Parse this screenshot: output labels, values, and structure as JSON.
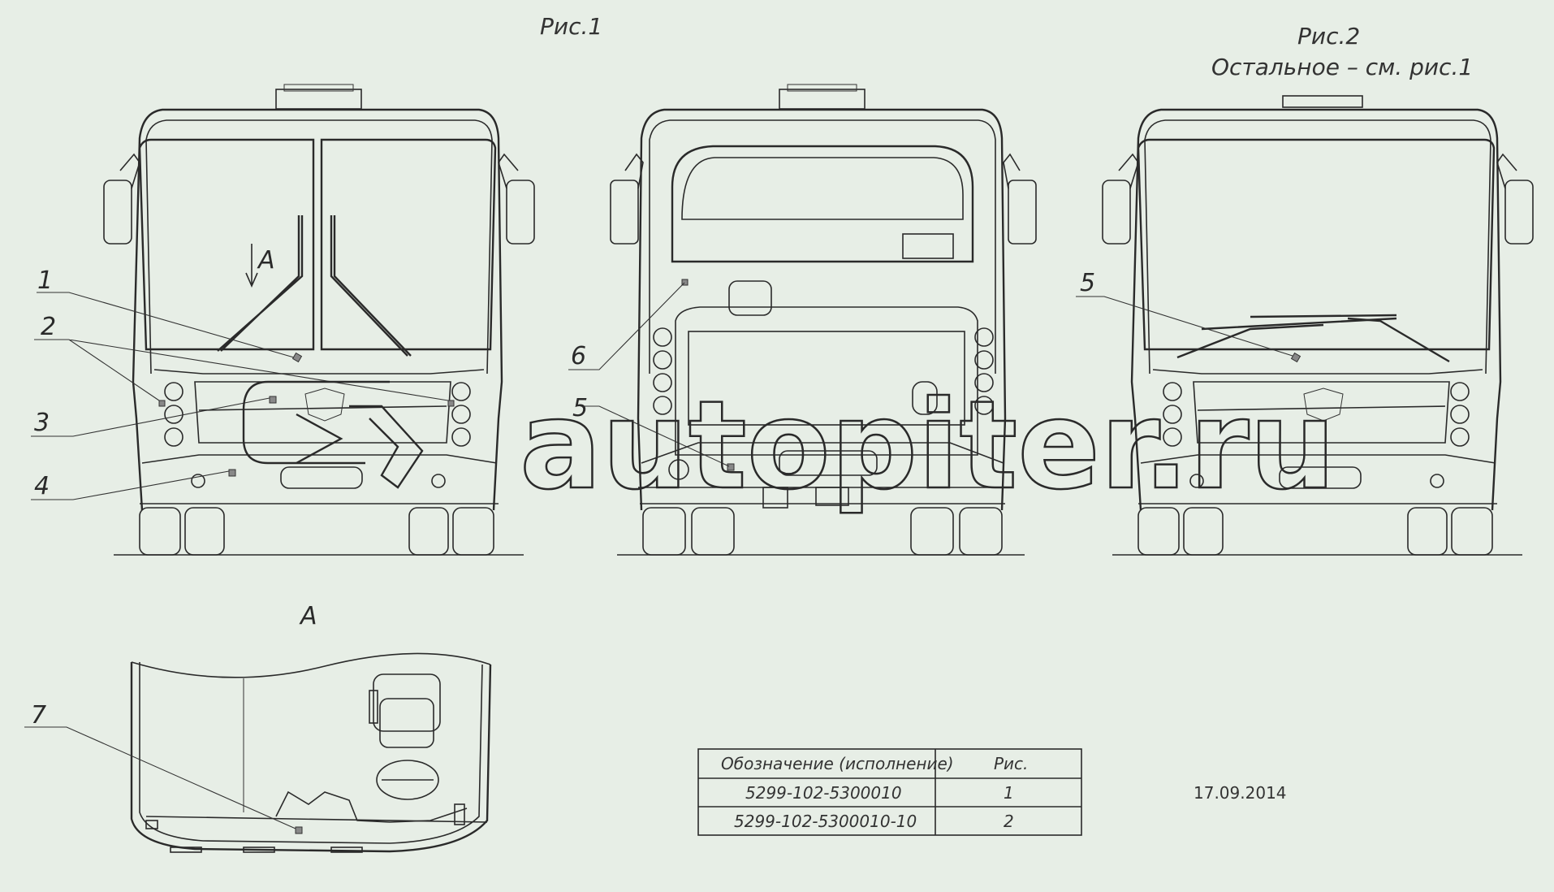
{
  "figures": {
    "fig1_title": "Рис.1",
    "fig2_title": "Рис.2",
    "fig2_note": "Остальное – см. рис.1",
    "view_letter": "A",
    "view_title": "A"
  },
  "callouts": [
    "1",
    "2",
    "3",
    "4",
    "5",
    "6",
    "7",
    "5"
  ],
  "table": {
    "header": [
      "Обозначение (исполнение)",
      "Рис."
    ],
    "rows": [
      [
        "5299-102-5300010",
        "1"
      ],
      [
        "5299-102-5300010-10",
        "2"
      ]
    ]
  },
  "date": "17.09.2014",
  "watermark": "autopiter.ru"
}
